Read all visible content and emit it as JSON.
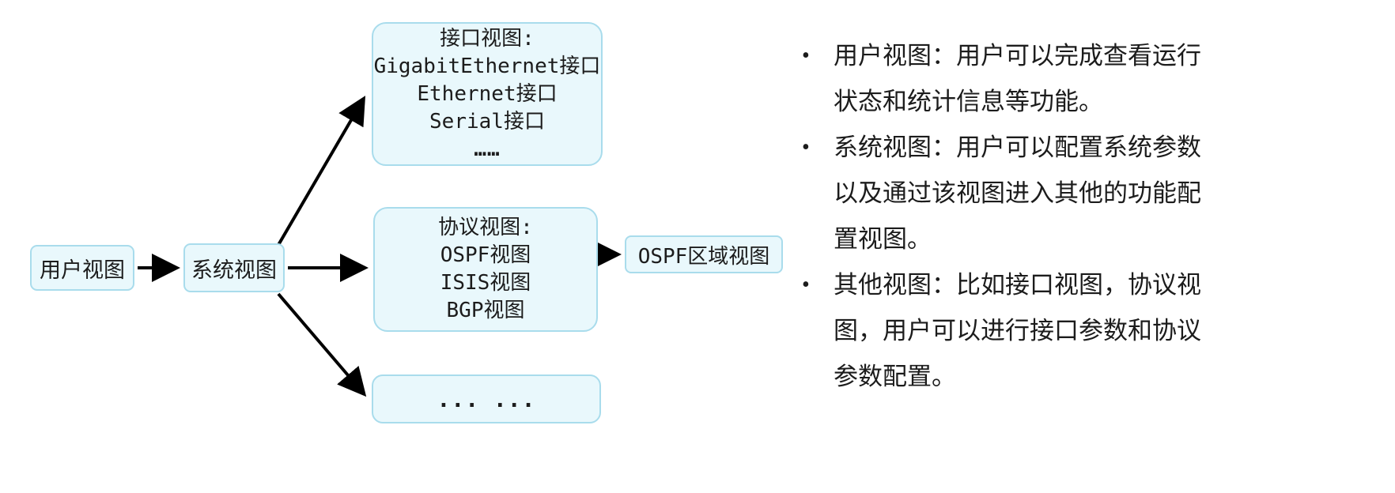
{
  "diagram": {
    "user_view_box": {
      "label": "用户视图"
    },
    "system_view_box": {
      "label": "系统视图"
    },
    "interface_box": {
      "title": "接口视图:",
      "lines": [
        "GigabitEthernet接口",
        "Ethernet接口",
        "Serial接口"
      ],
      "ellipsis": "……"
    },
    "protocol_box": {
      "title": "协议视图:",
      "lines": [
        "OSPF视图",
        "ISIS视图",
        "BGP视图"
      ]
    },
    "ospf_area_box": {
      "label": "OSPF区域视图"
    },
    "other_box": {
      "label": "... ..."
    }
  },
  "notes": {
    "items": [
      {
        "text": "用户视图：用户可以完成查看运行状态和统计信息等功能。"
      },
      {
        "text": "系统视图：用户可以配置系统参数以及通过该视图进入其他的功能配置视图。"
      },
      {
        "text": "其他视图：比如接口视图，协议视图，用户可以进行接口参数和协议参数配置。"
      }
    ],
    "bullet": "•"
  },
  "colors": {
    "box_fill": "#e9f8fc",
    "box_border": "#a9dcec",
    "arrow": "#000000"
  }
}
